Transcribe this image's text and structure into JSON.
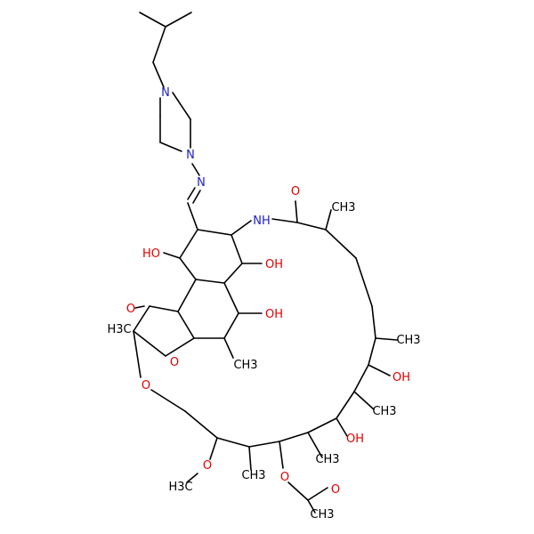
{
  "colors": {
    "carbon": "#000000",
    "oxygen": "#e00000",
    "nitrogen": "#2020c0",
    "background": "#ffffff"
  },
  "atoms": {
    "n_piperazine_top": "N",
    "n_piperazine_bottom": "N",
    "n_imine": "N",
    "nh_amide": "NH",
    "o_amide": "O",
    "oh_naphthol_left": "HO",
    "oh_ring_upper": "OH",
    "oh_ring_lower": "OH",
    "o_ketone": "O",
    "h3c_spiro": "H3C",
    "o_furan": "O",
    "o_ketal": "O",
    "ch3_aromatic": "CH3",
    "ch3_chain_top": "CH3",
    "ch3_chain_c1": "CH3",
    "oh_chain_c2": "OH",
    "ch3_chain_c3": "CH3",
    "oh_chain_c4": "OH",
    "ch3_chain_c5": "CH3",
    "ch3_chain_c7": "CH3",
    "o_methoxy": "O",
    "h3c_methoxy": "H3C",
    "o_acetoxy": "O",
    "o_acetyl": "O",
    "ch3_acetyl": "CH3"
  }
}
